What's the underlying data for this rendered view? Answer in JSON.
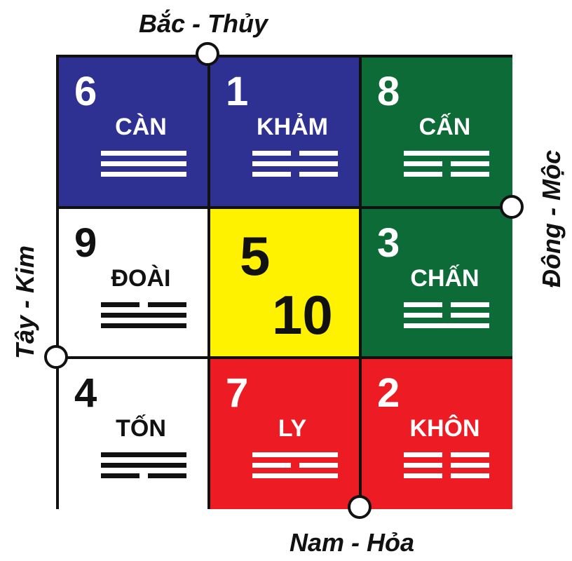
{
  "directions": {
    "north": "Bắc - Thủy",
    "south": "Nam - Hỏa",
    "west": "Tây - Kim",
    "east": "Đông - Mộc"
  },
  "colors": {
    "blue": "#2e3192",
    "green": "#0c6b36",
    "yellow": "#fff200",
    "red": "#ed1c24",
    "white": "#ffffff",
    "black": "#111111"
  },
  "cells": [
    {
      "number": "6",
      "name": "CÀN",
      "lines": [
        "solid",
        "solid",
        "solid"
      ],
      "bg": "blue",
      "fg": "white"
    },
    {
      "number": "1",
      "name": "KHẢM",
      "lines": [
        "broken",
        "solid",
        "broken"
      ],
      "bg": "blue",
      "fg": "white"
    },
    {
      "number": "8",
      "name": "CẤN",
      "lines": [
        "solid",
        "broken",
        "broken"
      ],
      "bg": "green",
      "fg": "white"
    },
    {
      "number": "9",
      "name": "ĐOÀI",
      "lines": [
        "broken",
        "solid",
        "solid"
      ],
      "bg": "white",
      "fg": "black"
    },
    {
      "number_a": "5",
      "number_b": "10",
      "bg": "yellow",
      "fg": "black",
      "center": true
    },
    {
      "number": "3",
      "name": "CHẤN",
      "lines": [
        "broken",
        "broken",
        "solid"
      ],
      "bg": "green",
      "fg": "white"
    },
    {
      "number": "4",
      "name": "TỐN",
      "lines": [
        "solid",
        "solid",
        "broken"
      ],
      "bg": "white",
      "fg": "black"
    },
    {
      "number": "7",
      "name": "LY",
      "lines": [
        "solid",
        "broken",
        "solid"
      ],
      "bg": "red",
      "fg": "white"
    },
    {
      "number": "2",
      "name": "KHÔN",
      "lines": [
        "broken",
        "broken",
        "broken"
      ],
      "bg": "red",
      "fg": "white"
    }
  ]
}
